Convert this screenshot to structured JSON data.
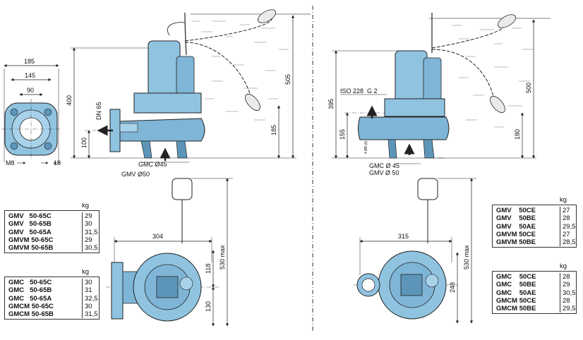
{
  "colors": {
    "pump_fill": "#8fc3e0",
    "pump_dark": "#5d95b8",
    "line": "#222222",
    "water": "#9aa8b0"
  },
  "left": {
    "dims": {
      "d185": "185",
      "d145": "145",
      "d90": "90",
      "d400": "400",
      "dn65": "DN 65",
      "d100": "100",
      "m8": "M8",
      "d18": "18",
      "d505": "505",
      "d185b": "185",
      "gmc": "GMC Ø45",
      "gmv": "GMV Ø50",
      "d304": "304",
      "d530": "530 max",
      "d118": "118",
      "d130": "130"
    },
    "table1": {
      "unit": "kg",
      "rows": [
        {
          "model": "GMV   50-65C",
          "kg": "29"
        },
        {
          "model": "GMV   50-65B",
          "kg": "30"
        },
        {
          "model": "GMV   50-65A",
          "kg": "31,5"
        },
        {
          "model": "GMVM 50-65C",
          "kg": "29"
        },
        {
          "model": "GMVM 50-65B",
          "kg": "30,5"
        }
      ]
    },
    "table2": {
      "unit": "kg",
      "rows": [
        {
          "model": "GMC   50-65C",
          "kg": "30"
        },
        {
          "model": "GMC   50-65B",
          "kg": "31"
        },
        {
          "model": "GMC   50-65A",
          "kg": "32,5"
        },
        {
          "model": "GMCM 50-65C",
          "kg": "30"
        },
        {
          "model": "GMCM 50-65B",
          "kg": "31,5"
        }
      ]
    }
  },
  "right": {
    "dims": {
      "d395": "395",
      "iso": "ISO 228",
      "g2": "G 2",
      "d155": "155",
      "d500": "500",
      "d180": "180",
      "gmc": "GMC Ø 45",
      "gmv": "GMV Ø 50",
      "d315": "315",
      "d530": "530 max",
      "d248": "248",
      "tiny": "4 Ø8 (6)"
    },
    "table1": {
      "unit": "kg",
      "rows": [
        {
          "model": "GMV    50CE",
          "kg": "27"
        },
        {
          "model": "GMV    50BE",
          "kg": "28"
        },
        {
          "model": "GMV    50AE",
          "kg": "29,5"
        },
        {
          "model": "GMVM 50CE",
          "kg": "27"
        },
        {
          "model": "GMVM 50BE",
          "kg": "28,5"
        }
      ]
    },
    "table2": {
      "unit": "kg",
      "rows": [
        {
          "model": "GMC    50CE",
          "kg": "28"
        },
        {
          "model": "GMC    50BE",
          "kg": "29"
        },
        {
          "model": "GMC    50AE",
          "kg": "30,5"
        },
        {
          "model": "GMCM 50CE",
          "kg": "28"
        },
        {
          "model": "GMCM 50BE",
          "kg": "29,5"
        }
      ]
    }
  }
}
